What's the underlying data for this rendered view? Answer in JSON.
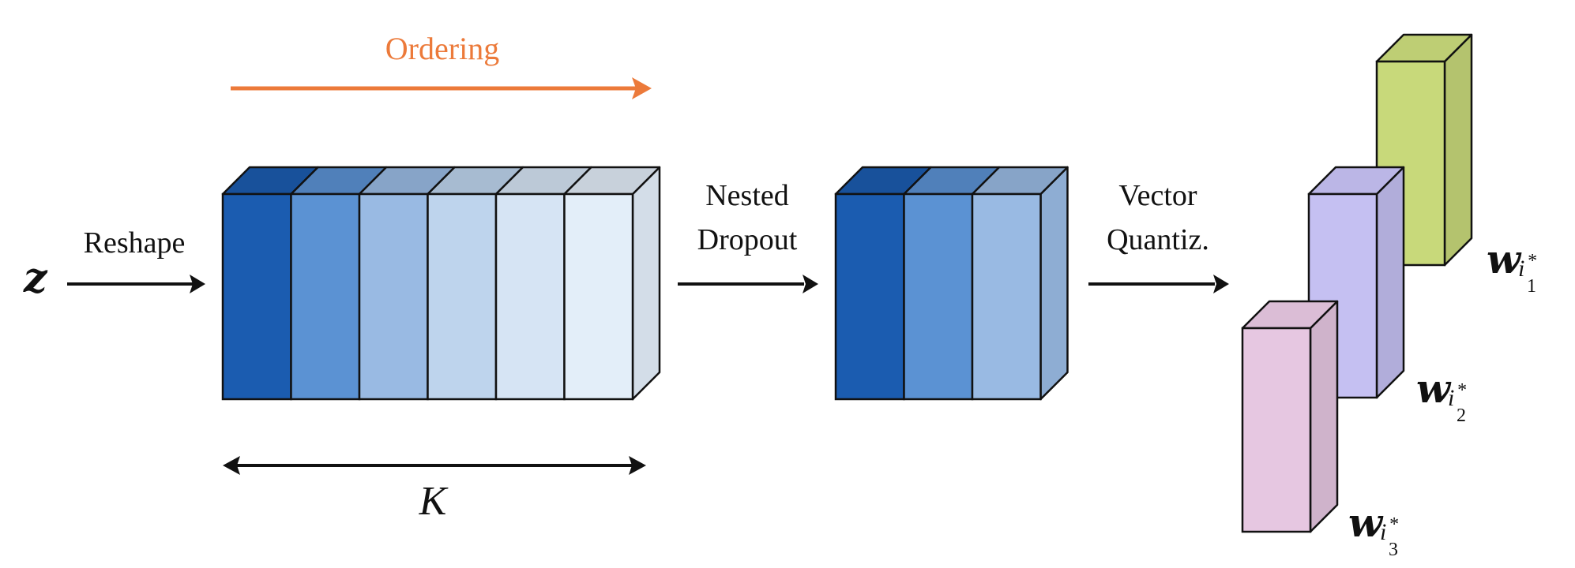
{
  "input_symbol": "z",
  "reshape_label": "Reshape",
  "ordering_label": "Ordering",
  "k_label": "K",
  "nested_dropout_label": [
    "Nested",
    "Dropout"
  ],
  "vector_quantiz_label": [
    "Vector",
    "Quantiz."
  ],
  "codewords": [
    {
      "symbol": "w",
      "sub": "i",
      "sup": "*",
      "index": "1"
    },
    {
      "symbol": "w",
      "sub": "i",
      "sup": "*",
      "index": "2"
    },
    {
      "symbol": "w",
      "sub": "i",
      "sup": "*",
      "index": "3"
    }
  ],
  "colors": {
    "blue_gradient": [
      "#1b5cb0",
      "#5b92d3",
      "#99bae3",
      "#bed4ed",
      "#d6e4f4",
      "#e3eef9"
    ],
    "ordering": "#ec7a3a",
    "codeword_1": "#c8d97a",
    "codeword_2": "#c5c0f2",
    "codeword_3": "#e6c7e1"
  }
}
